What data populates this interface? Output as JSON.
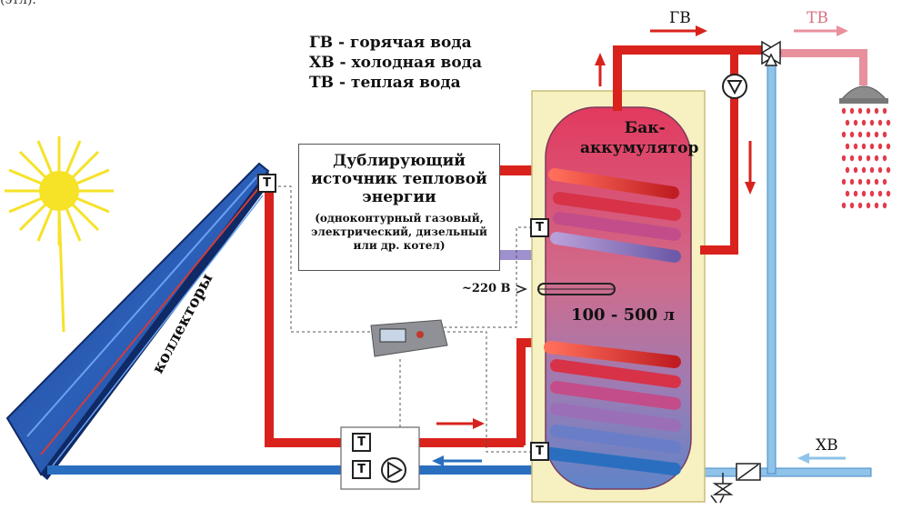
{
  "caption_fragment": "(этл).",
  "legend": [
    "ГВ - горячая вода",
    "ХВ - холодная вода",
    "ТВ - теплая вода"
  ],
  "aux_source": {
    "title_lines": [
      "Дублирующий",
      "источник тепловой",
      "энергии"
    ],
    "sub_lines": [
      "(одноконтурный газовый,",
      "электрический, дизельный",
      "или др. котел)"
    ]
  },
  "tank": {
    "title_lines": [
      "Бак-",
      "аккумулятор"
    ],
    "volume": "100 - 500 л"
  },
  "heater_voltage": "~220 В",
  "collector_label": "коллекторы",
  "flows": {
    "hot": "ГВ",
    "warm": "ТВ",
    "cold": "ХВ"
  },
  "sensor_letter": "Т",
  "colors": {
    "hot_pipe": "#d9221c",
    "cold_pipe": "#2a6fbf",
    "warm_pipe": "#e8909c",
    "cold_light": "#8fc3ea",
    "tank_shell": "#f7f1c2",
    "sun": "#f6e227"
  }
}
